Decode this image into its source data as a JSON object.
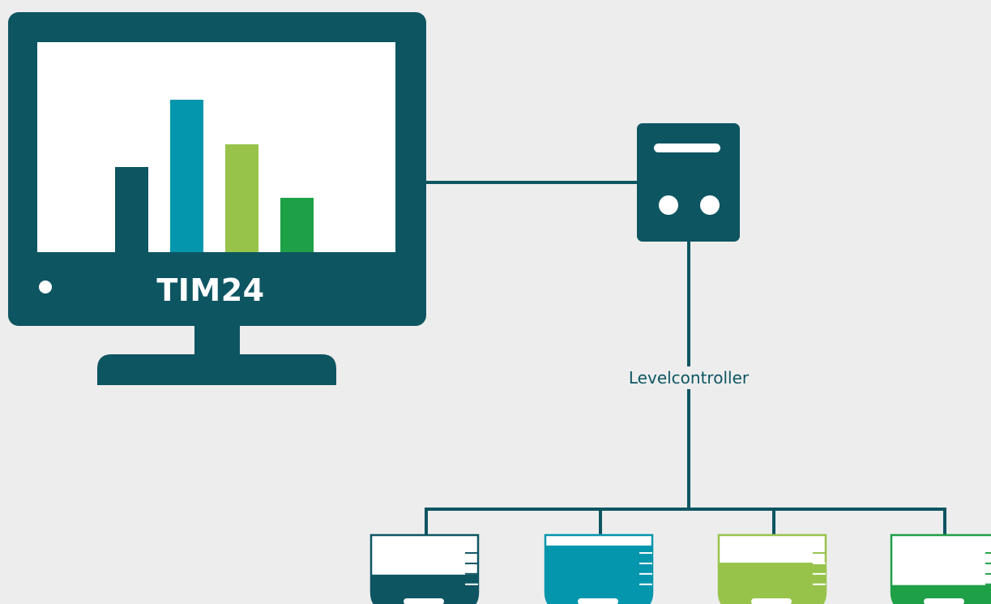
{
  "monitor": {
    "label": "TIM24",
    "bars": [
      {
        "value": 105,
        "color": "#0e5562"
      },
      {
        "value": 188,
        "color": "#0396ad"
      },
      {
        "value": 133,
        "color": "#97c34b"
      },
      {
        "value": 67,
        "color": "#1ea046"
      }
    ]
  },
  "controller": {
    "label": "Levelcontroller"
  },
  "vessels": [
    {
      "fill_level": 0.47,
      "color": "#0e5562"
    },
    {
      "fill_level": 0.86,
      "color": "#0396ad"
    },
    {
      "fill_level": 0.63,
      "color": "#97c34b"
    },
    {
      "fill_level": 0.33,
      "color": "#1ea046"
    }
  ],
  "colors": {
    "primary": "#0e5562",
    "background": "#ededed",
    "screen": "#ffffff"
  }
}
